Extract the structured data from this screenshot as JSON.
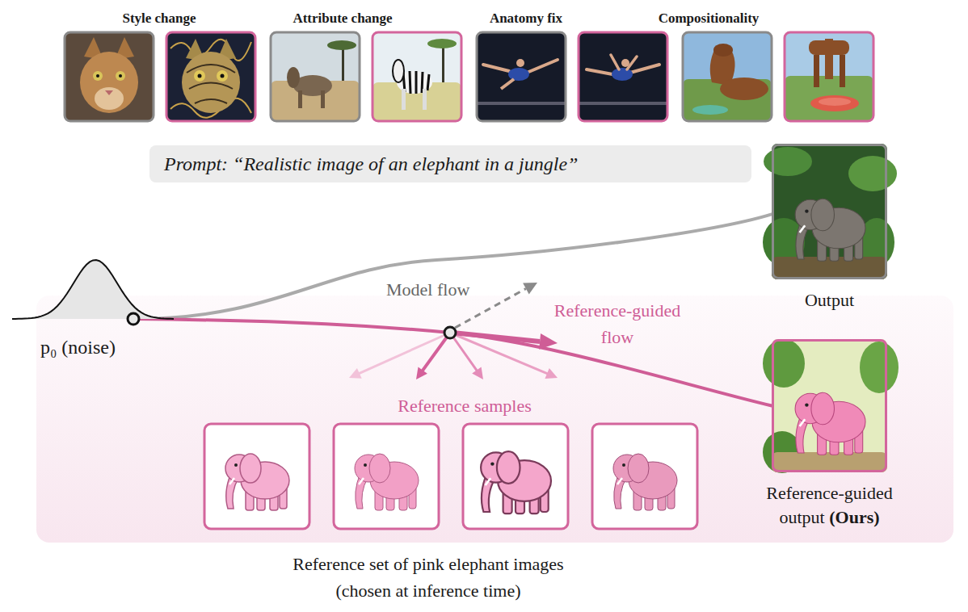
{
  "diagram": {
    "nodes": [
      {
        "text": [
          "Prompt: “Realistic image of an elephant in a jungle”"
        ]
      },
      {
        "text": [
          "Output"
        ]
      },
      {
        "text": [
          "p₀ (noise)"
        ]
      },
      {
        "text": [
          "Reference-guided output",
          "(Ours)"
        ]
      }
    ],
    "edges": [
      {
        "from": 2,
        "to": 1,
        "arrow": "none"
      },
      {
        "from": 2,
        "to": 3,
        "arrow": "none"
      }
    ],
    "labels": [
      "Style change",
      "Attribute change",
      "Anatomy fix",
      "Compositionality",
      "Model flow",
      "Reference-guided flow",
      "Reference samples",
      "Reference set of pink elephant images (chosen at inference time)"
    ]
  }
}
